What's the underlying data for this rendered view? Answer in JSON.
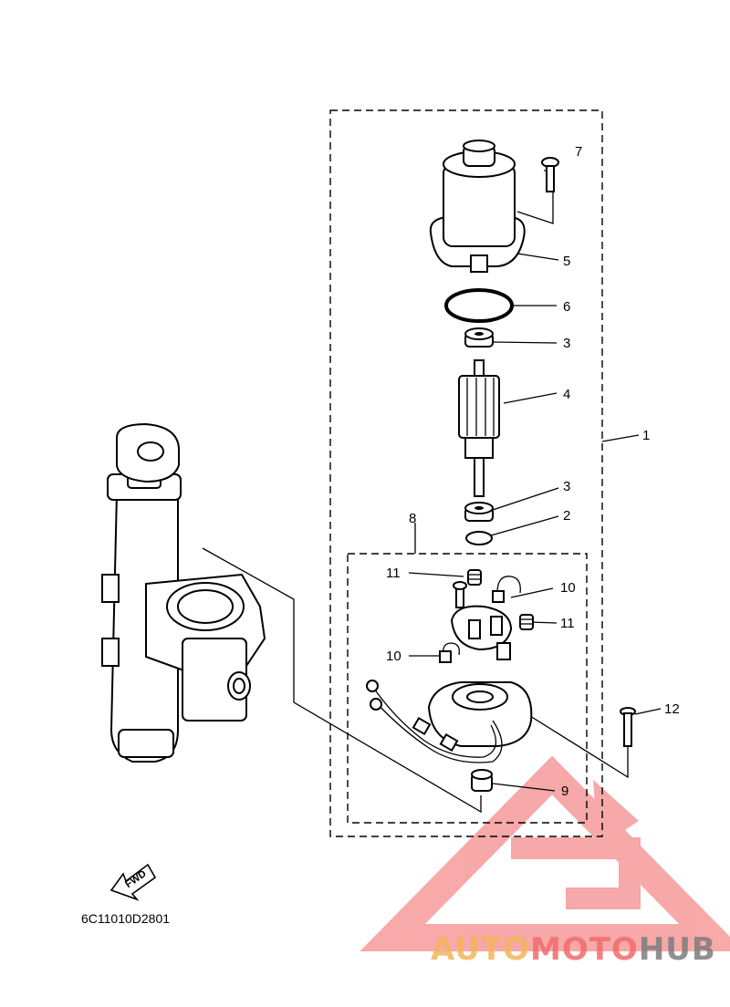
{
  "callouts": {
    "c1": "1",
    "c2": "2",
    "c3a": "3",
    "c3b": "3",
    "c4": "4",
    "c5": "5",
    "c6": "6",
    "c7": "7",
    "c8": "8",
    "c9": "9",
    "c10a": "10",
    "c10b": "10",
    "c11a": "11",
    "c11b": "11",
    "c12": "12"
  },
  "drawing_code": "6C11010D2801",
  "fwd_label": "FWD",
  "watermark": {
    "part1": "AUTO",
    "part2": "MOTO",
    "part3": "HUB"
  },
  "colors": {
    "watermark_orange": "#f5b45a",
    "watermark_red": "#f26c6c",
    "watermark_gray": "#7d7d7d",
    "watermark_triangle": "#f58c8c"
  }
}
